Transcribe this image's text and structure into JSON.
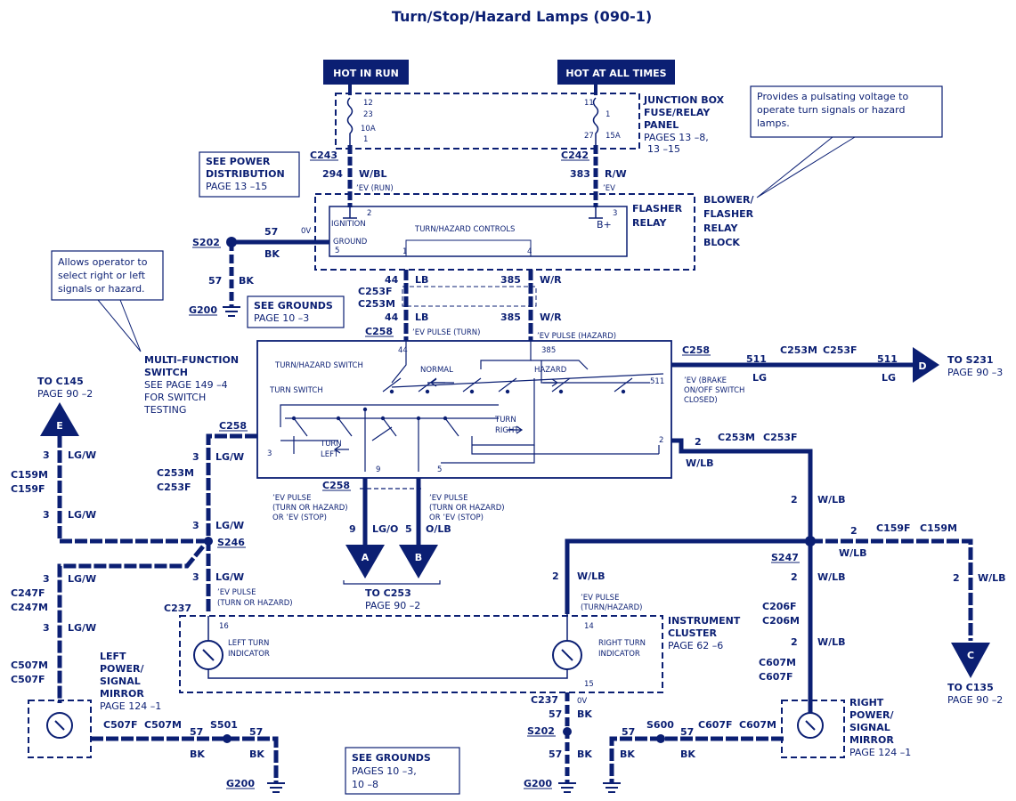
{
  "title": "Turn/Stop/Hazard Lamps (090-1)",
  "colors": {
    "ink": "#0b1f73",
    "bg": "#ffffff"
  },
  "hot_in_run": "HOT IN RUN",
  "hot_at_all_times": "HOT AT ALL TIMES",
  "jbox": {
    "l1": "JUNCTION BOX",
    "l2": "FUSE/RELAY",
    "l3": "PANEL",
    "l4": "PAGES 13 –8,",
    "l5": "13 –15",
    "f1a": "12",
    "f1b": "23",
    "f1c": "10A",
    "f1d": "1",
    "f2a": "11",
    "f2b": "1",
    "f2c": "27",
    "f2d": "15A"
  },
  "note_pulse": {
    "l1": "Provides a pulsating voltage to",
    "l2": "operate turn signals or hazard",
    "l3": "lamps."
  },
  "note_allows": {
    "l1": "Allows operator to",
    "l2": "select right or left",
    "l3": "signals or hazard."
  },
  "see_power": {
    "l1": "SEE POWER",
    "l2": "DISTRIBUTION",
    "l3": "PAGE 13 –15"
  },
  "see_grounds_1": {
    "l1": "SEE GROUNDS",
    "l2": "PAGE 10 –3"
  },
  "see_grounds_2": {
    "l1": "SEE GROUNDS",
    "l2": "PAGES 10 –3,",
    "l3": "10 –8"
  },
  "blower": {
    "l1": "BLOWER/",
    "l2": "FLASHER",
    "l3": "RELAY",
    "l4": "BLOCK"
  },
  "flasher": {
    "l1": "FLASHER",
    "l2": "RELAY",
    "ignition": "IGNITION",
    "ground": "GROUND",
    "controls": "TURN/HAZARD CONTROLS",
    "bplus": "B+",
    "p2": "2",
    "p3": "3",
    "p5": "5",
    "p1": "1",
    "p4": "4",
    "ov": "0V"
  },
  "mfs": {
    "l1": "MULTI–FUNCTION",
    "l2": "SWITCH",
    "l3": "SEE PAGE 149 –4",
    "l4": "FOR SWITCH",
    "l5": "TESTING",
    "turn_hazard": "TURN/HAZARD SWITCH",
    "turn_switch": "TURN SWITCH",
    "normal": "NORMAL",
    "hazard": "HAZARD",
    "turn_left_1": "TURN",
    "turn_left_2": "LEFT",
    "turn_right_1": "TURN",
    "turn_right_2": "RIGHT",
    "p44": "44",
    "p385": "385",
    "p511": "511",
    "p3": "3",
    "p2": "2",
    "p9": "9",
    "p5": "5"
  },
  "instrument": {
    "l1": "INSTRUMENT",
    "l2": "CLUSTER",
    "l3": "PAGE 62 –6",
    "left": "LEFT TURN",
    "right": "RIGHT TURN",
    "ind": "INDICATOR",
    "p16": "16",
    "p14": "14",
    "p15": "15"
  },
  "left_mirror": {
    "l1": "LEFT",
    "l2": "POWER/",
    "l3": "SIGNAL",
    "l4": "MIRROR",
    "l5": "PAGE 124 –1"
  },
  "right_mirror": {
    "l1": "RIGHT",
    "l2": "POWER/",
    "l3": "SIGNAL",
    "l4": "MIRROR",
    "l5": "PAGE 124 –1"
  },
  "arrows": {
    "A": "A",
    "B": "B",
    "C": "C",
    "D": "D",
    "E": "E"
  },
  "to_c145": {
    "l1": "TO C145",
    "l2": "PAGE 90 –2"
  },
  "to_s231": {
    "l1": "TO S231",
    "l2": "PAGE 90 –3"
  },
  "to_c253": {
    "l1": "TO C253",
    "l2": "PAGE 90 –2"
  },
  "to_c135": {
    "l1": "TO C135",
    "l2": "PAGE 90 –2"
  },
  "connectors": {
    "c243": "C243",
    "c242": "C242",
    "s202a": "S202",
    "g200a": "G200",
    "c253f": "C253F",
    "c253m": "C253M",
    "c258a": "C258",
    "c258b": "C258",
    "c258c": "C258",
    "c258d": "C258",
    "c253m_r": "C253M",
    "c253f_r": "C253F",
    "c253m_r2": "C253M",
    "c253f_r2": "C253F",
    "c253m_l": "C253M",
    "c253f_l": "C253F",
    "c159m": "C159M",
    "c159f": "C159F",
    "s246": "S246",
    "c247f": "C247F",
    "c247m": "C247M",
    "c237a": "C237",
    "c507m": "C507M",
    "c507f": "C507F",
    "c507f_b": "C507F",
    "c507m_b": "C507M",
    "s501": "S501",
    "g200b": "G200",
    "c159f_r": "C159F",
    "c159m_r": "C159M",
    "s247": "S247",
    "c206f": "C206F",
    "c206m": "C206M",
    "c607m": "C607M",
    "c607f": "C607F",
    "c237b": "C237",
    "s202b": "S202",
    "s600": "S600",
    "c607f_b": "C607F",
    "c607m_b": "C607M",
    "g200c": "G200"
  },
  "wires": {
    "w294": "294",
    "wbl": "W/BL",
    "w383": "383",
    "rw": "R/W",
    "run": "’EV (RUN)",
    "ev": "’EV",
    "w57": "57",
    "bk": "BK",
    "w44": "44",
    "lb": "LB",
    "w385": "385",
    "wr": "W/R",
    "pulse_turn": "’EV PULSE (TURN)",
    "pulse_hazard": "’EV PULSE (HAZARD)",
    "w511": "511",
    "lg": "LG",
    "brake_1": "’EV (BRAKE",
    "brake_2": "ON/OFF SWITCH",
    "brake_3": "CLOSED)",
    "w2": "2",
    "wlb": "W/LB",
    "w3": "3",
    "lgw": "LG/W",
    "w9": "9",
    "lgo": "LG/O",
    "w5": "5",
    "olb": "O/LB",
    "pulse_1": "’EV PULSE",
    "pulse_2": "(TURN OR HAZARD)",
    "pulse_3": "OR ’EV (STOP)",
    "pulse_th_1": "’EV PULSE",
    "pulse_th_2": "(TURN OR HAZARD)",
    "pulse_th_3": "(TURN/HAZARD)"
  }
}
